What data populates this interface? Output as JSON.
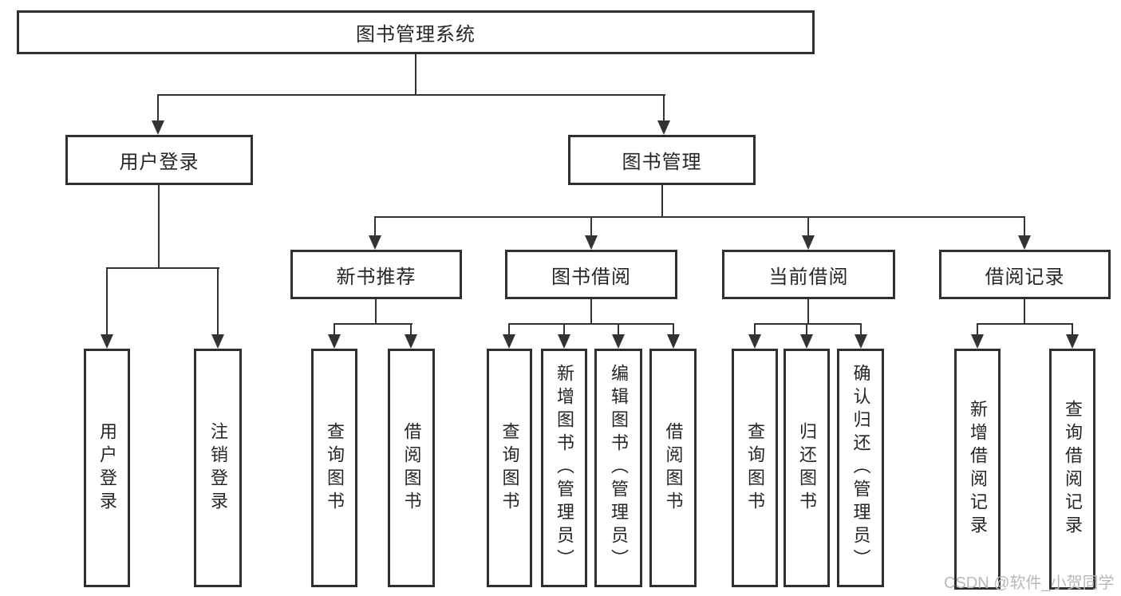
{
  "tree": {
    "label": "图书管理系统",
    "children": [
      {
        "label": "用户登录",
        "children": [
          {
            "label": "用户登录"
          },
          {
            "label": "注销登录"
          }
        ]
      },
      {
        "label": "图书管理",
        "children": [
          {
            "label": "新书推荐",
            "children": [
              {
                "label": "查询图书"
              },
              {
                "label": "借阅图书"
              }
            ]
          },
          {
            "label": "图书借阅",
            "children": [
              {
                "label": "查询图书"
              },
              {
                "label": "新增图书（管理员）"
              },
              {
                "label": "编辑图书（管理员）"
              },
              {
                "label": "借阅图书"
              }
            ]
          },
          {
            "label": "当前借阅",
            "children": [
              {
                "label": "查询图书"
              },
              {
                "label": "归还图书"
              },
              {
                "label": "确认归还（管理员）"
              }
            ]
          },
          {
            "label": "借阅记录",
            "children": [
              {
                "label": "新增借阅记录"
              },
              {
                "label": "查询借阅记录"
              }
            ]
          }
        ]
      }
    ]
  },
  "watermark": "CSDN @软件_小贺同学",
  "colors": {
    "line": "#333333",
    "border": "#2f2f2f",
    "text": "#262626",
    "watermark": "#b9b9b9",
    "background": "#ffffff"
  }
}
